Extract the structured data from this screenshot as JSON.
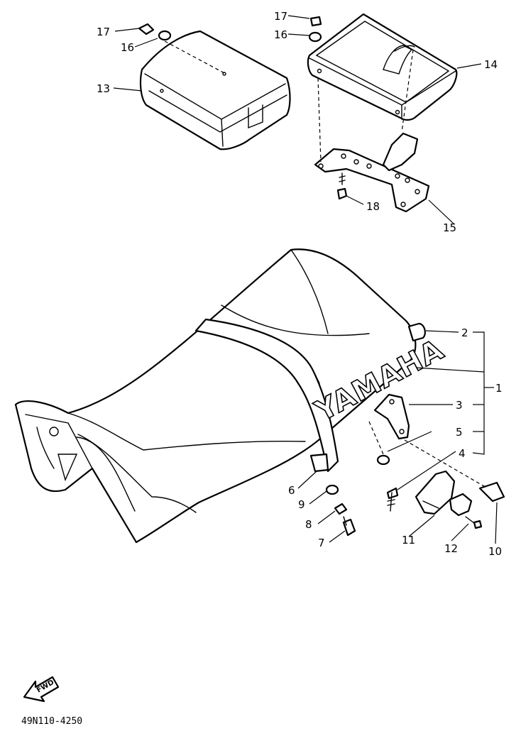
{
  "diagram": {
    "brand_text": "YAMAHA",
    "direction_text": "FWD",
    "code": "49N110-4250",
    "callouts": {
      "c1": "1",
      "c2": "2",
      "c3": "3",
      "c4": "4",
      "c5": "5",
      "c6": "6",
      "c7": "7",
      "c8": "8",
      "c9": "9",
      "c10": "10",
      "c11": "11",
      "c12": "12",
      "c13": "13",
      "c14": "14",
      "c15": "15",
      "c16a": "16",
      "c16b": "16",
      "c17a": "17",
      "c17b": "17",
      "c18": "18"
    }
  }
}
